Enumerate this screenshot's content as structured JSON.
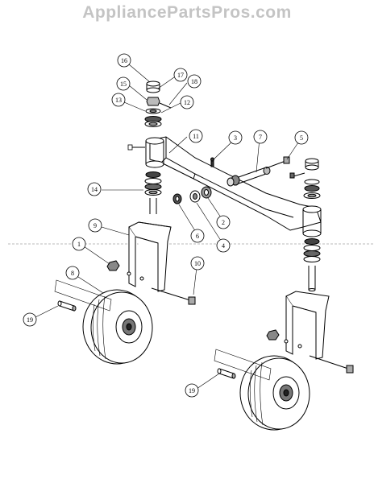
{
  "watermark": "AppliancePartsPros.com",
  "callouts": [
    {
      "id": "c1",
      "label": "1"
    },
    {
      "id": "c2",
      "label": "2"
    },
    {
      "id": "c3",
      "label": "3"
    },
    {
      "id": "c4",
      "label": "4"
    },
    {
      "id": "c5",
      "label": "5"
    },
    {
      "id": "c6",
      "label": "6"
    },
    {
      "id": "c7",
      "label": "7"
    },
    {
      "id": "c8",
      "label": "8"
    },
    {
      "id": "c9",
      "label": "9"
    },
    {
      "id": "c10",
      "label": "10"
    },
    {
      "id": "c11",
      "label": "11"
    },
    {
      "id": "c12",
      "label": "12"
    },
    {
      "id": "c13",
      "label": "13"
    },
    {
      "id": "c14",
      "label": "14"
    },
    {
      "id": "c15",
      "label": "15"
    },
    {
      "id": "c16",
      "label": "16"
    },
    {
      "id": "c17",
      "label": "17"
    },
    {
      "id": "c18",
      "label": "18"
    },
    {
      "id": "c19a",
      "label": "19"
    },
    {
      "id": "c19b",
      "label": "19"
    }
  ]
}
